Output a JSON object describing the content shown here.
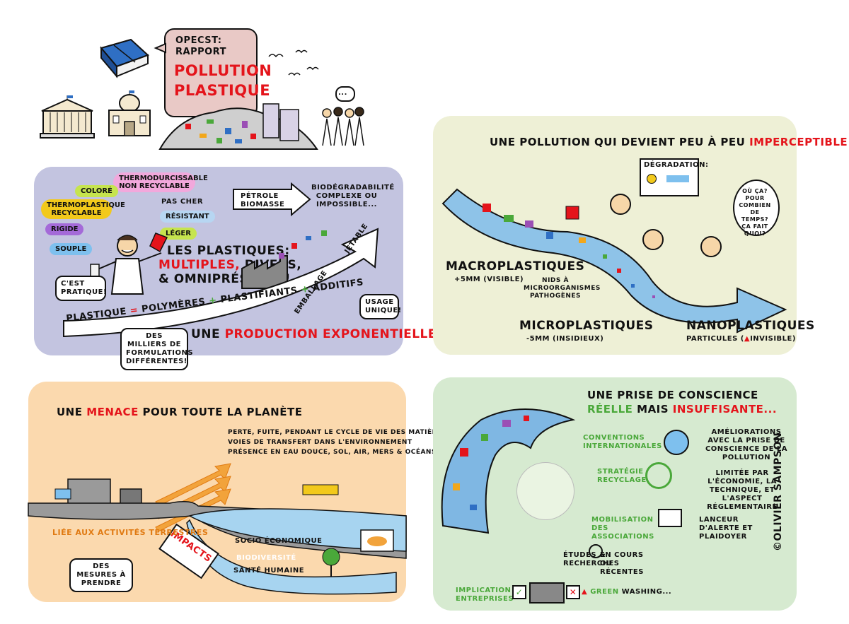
{
  "header": {
    "title_line1": "OPECST:",
    "title_line2": "RAPPORT",
    "title_line3": "POLLUTION",
    "title_line4": "PLASTIQUE",
    "crowd_bubble": "..."
  },
  "panel_plastics": {
    "tags": {
      "thermodurcissable": "THERMODURCISSABLE NON RECYCLABLE",
      "colore": "COLORÉ",
      "thermoplastique": "THERMOPLASTIQUE RECYCLABLE",
      "pas_cher": "PAS CHER",
      "resistant": "RÉSISTANT",
      "rigide": "RIGIDE",
      "leger": "LÉGER",
      "souple": "SOUPLE"
    },
    "petrole": "PÉTROLE BIOMASSE",
    "biodegradabilite": "BIODÉGRADABILITÉ COMPLEXE OU IMPOSSIBLE...",
    "cest_pratique": "C'EST PRATIQUE!",
    "les_plastiques": "LES PLASTIQUES:",
    "multiples": "MULTIPLES,",
    "divers": "DIVERS,",
    "omnipresents": "& OMNIPRÉSENTS!",
    "jetable": "JETABLE",
    "emballage": "EMBALLAGE",
    "formula_plastique": "PLASTIQUE",
    "formula_eq": "=",
    "formula_polymeres": "POLYMÈRES",
    "formula_plus1": "+",
    "formula_plastifiants": "PLASTIFIANTS",
    "formula_plus2": "+",
    "formula_additifs": "ADDITIFS",
    "usage_unique": "USAGE UNIQUE!",
    "des_milliers": "DES MILLIERS DE FORMULATIONS DIFFÉRENTES!",
    "une": "UNE",
    "production_exponentielle": "PRODUCTION EXPONENTIELLE",
    "excl": "!"
  },
  "panel_imperceptible": {
    "title_prefix": "UNE POLLUTION QUI DEVIENT PEU À PEU",
    "title_highlight": "IMPERCEPTIBLE",
    "degradation": "DÉGRADATION:",
    "question": "OÙ ÇA? POUR COMBIEN DE TEMPS? ÇA FAIT QUOI?",
    "macro_label": "MACROPLASTIQUES",
    "macro_sub": "+5MM (VISIBLE)",
    "nids": "NIDS À MICROORGANISMES PATHOGÈNES",
    "micro_label": "MICROPLASTIQUES",
    "micro_sub": "-5MM (INSIDIEUX)",
    "nano_label": "NANOPLASTIQUES",
    "nano_sub_prefix": "PARTICULES (",
    "nano_sub_suffix": "INVISIBLE)"
  },
  "panel_menace": {
    "title_prefix": "UNE",
    "title_highlight": "MENACE",
    "title_suffix": "POUR TOUTE LA PLANÈTE",
    "transfer_line1": "PERTE, FUITE, PENDANT LE CYCLE DE VIE DES MATIÈRES",
    "transfer_line2": "VOIES DE TRANSFERT DANS L'ENVIRONNEMENT",
    "transfer_line3": "PRÉSENCE EN EAU DOUCE, SOL, AIR, MERS & OCÉANS",
    "liee": "LIÉE AUX ACTIVITÉS TERRESTRES",
    "impacts": "IMPACTS",
    "socio": "SOCIO ÉCONOMIQUE",
    "biodiversite": "BIODIVERSITÉ",
    "sante": "SANTÉ HUMAINE",
    "mesures": "DES MESURES À PRENDRE"
  },
  "panel_conscience": {
    "title_line1": "UNE PRISE DE CONSCIENCE",
    "title_reelle": "RÉELLE",
    "title_mais": "MAIS",
    "title_insuffisante": "INSUFFISANTE...",
    "rows": [
      {
        "left": "CONVENTIONS INTERNATIONALES",
        "right": "AMÉLIORATIONS AVEC LA PRISE DE CONSCIENCE DE LA POLLUTION"
      },
      {
        "left": "STRATÉGIE RECYCLAGE",
        "right": "LIMITÉE PAR L'ÉCONOMIE, LA TECHNIQUE, ET L'ASPECT RÉGLEMENTAIRE"
      },
      {
        "left": "MOBILISATION DES ASSOCIATIONS",
        "right": "LANCEUR D'ALERTE ET PLAIDOYER"
      }
    ],
    "etudes": "ÉTUDES & RECHERCHES",
    "en_cours": "EN COURS OU RÉCENTES",
    "implication": "IMPLICATION ENTREPRISES",
    "green": "GREEN",
    "washing": "WASHING..."
  },
  "signature": "©OLIVIER SAMPSON",
  "colors": {
    "panel_purple": "#c3c4e0",
    "panel_yellow": "#eef0d6",
    "panel_orange": "#fbd9ae",
    "panel_green": "#d6ead0",
    "river": "#8ec3e8",
    "accent_red": "#e4141b"
  }
}
